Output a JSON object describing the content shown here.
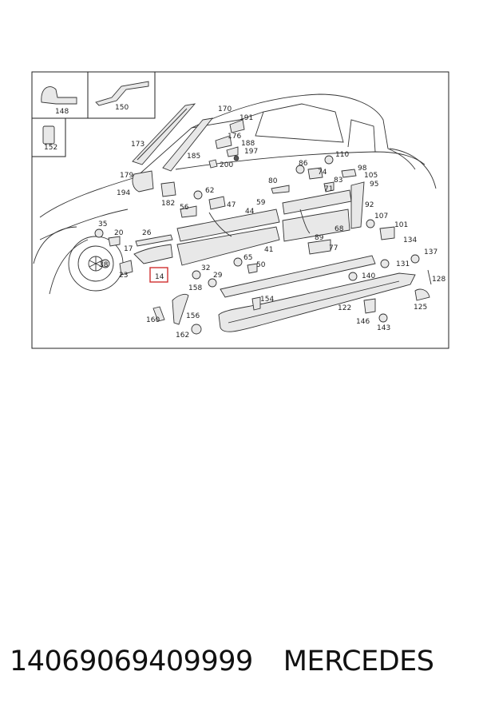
{
  "diagram": {
    "highlighted_part": "14",
    "part_numbers": [
      "148",
      "150",
      "152",
      "170",
      "173",
      "191",
      "176",
      "188",
      "197",
      "185",
      "200",
      "179",
      "194",
      "182",
      "62",
      "47",
      "110",
      "86",
      "74",
      "98",
      "105",
      "83",
      "95",
      "80",
      "71",
      "59",
      "44",
      "56",
      "26",
      "35",
      "20",
      "17",
      "38",
      "23",
      "41",
      "68",
      "92",
      "107",
      "101",
      "89",
      "77",
      "65",
      "50",
      "32",
      "29",
      "158",
      "154",
      "122",
      "134",
      "137",
      "131",
      "140",
      "128",
      "125",
      "146",
      "143",
      "160",
      "156",
      "162"
    ]
  },
  "footer": {
    "part_number": "14069069409999",
    "brand": "MERCEDES"
  }
}
